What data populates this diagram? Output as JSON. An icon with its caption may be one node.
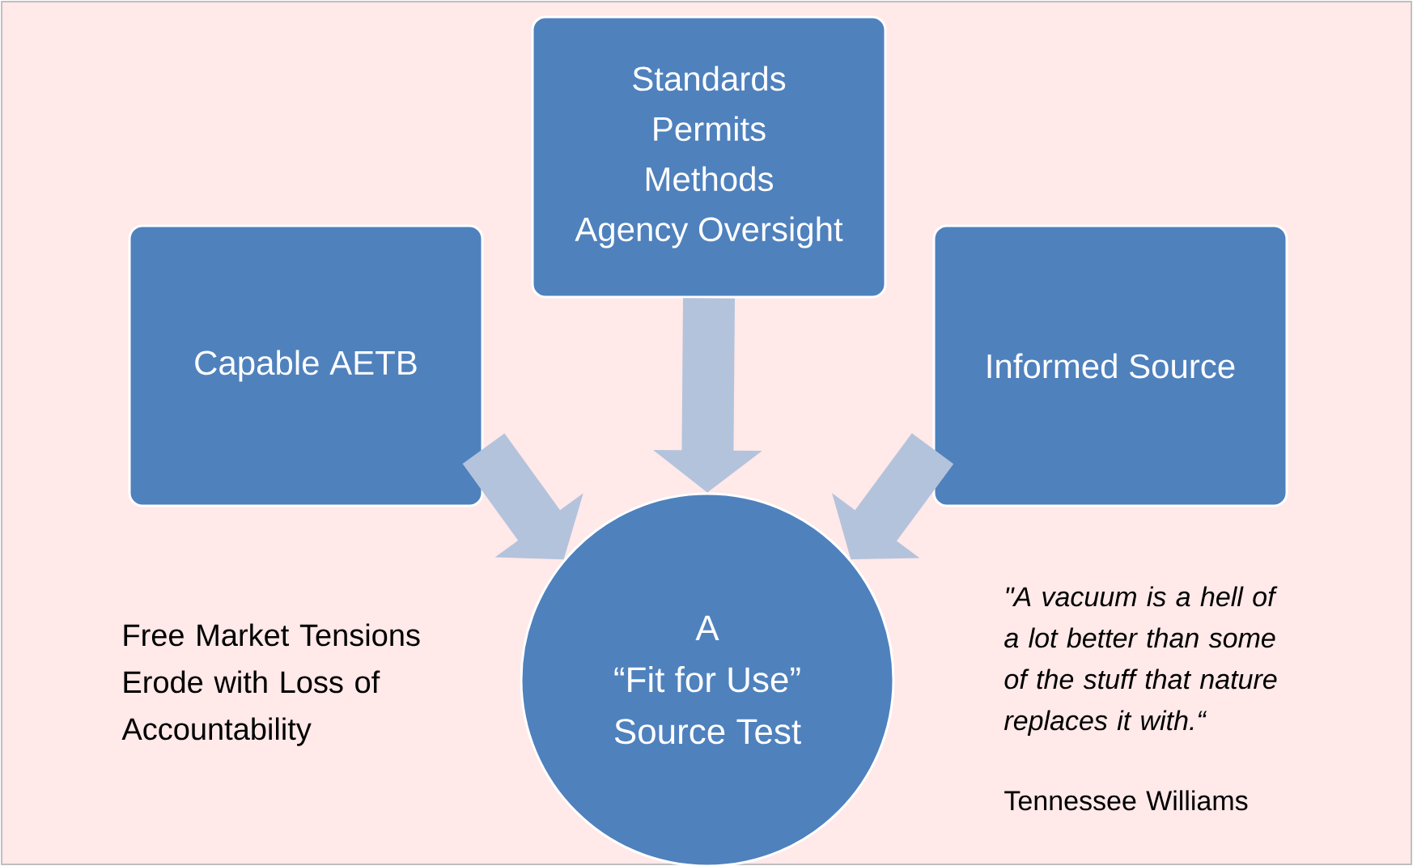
{
  "diagram": {
    "nodes": [
      {
        "text": [
          "Standards",
          "Permits",
          "Methods",
          "Agency Oversight"
        ]
      },
      {
        "text": [
          "Capable AETB"
        ]
      },
      {
        "text": [
          "Informed Source"
        ]
      },
      {
        "text": [
          "A",
          "“Fit for Use”",
          "Source Test"
        ]
      }
    ],
    "edges": [
      {
        "from": 0,
        "to": 3,
        "arrow": "to"
      },
      {
        "from": 1,
        "to": 3,
        "arrow": "to"
      },
      {
        "from": 2,
        "to": 3,
        "arrow": "to"
      }
    ],
    "labels": [
      "Free Market Tensions Erode with Loss of Accountability",
      "\"A vacuum is a hell of a lot better than some of the stuff that nature replaces it with.“",
      "Tennessee Williams"
    ]
  }
}
